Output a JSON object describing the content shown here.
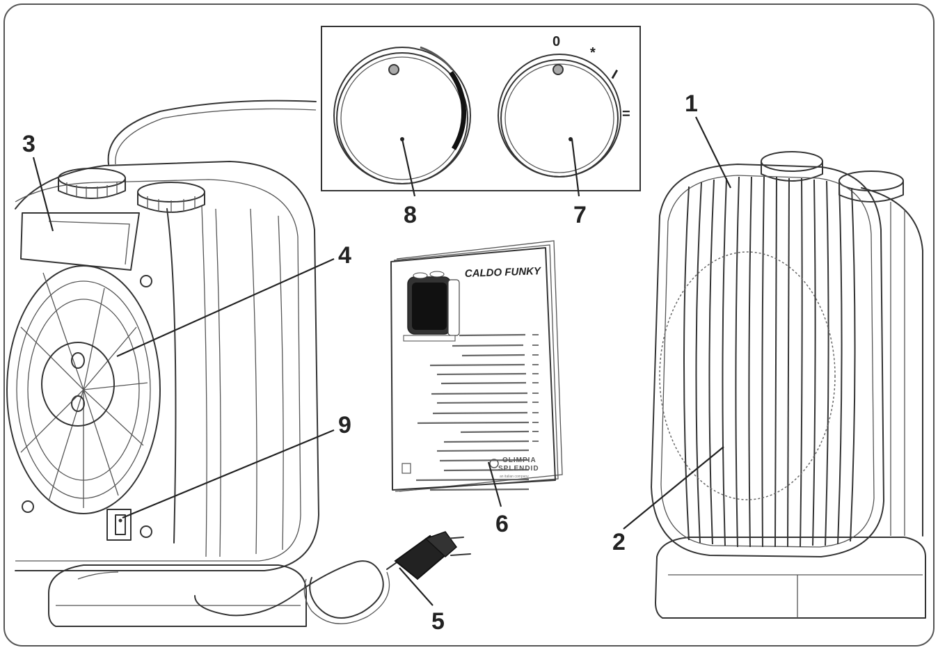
{
  "callouts": {
    "c1": "1",
    "c2": "2",
    "c3": "3",
    "c4": "4",
    "c5": "5",
    "c6": "6",
    "c7": "7",
    "c8": "8",
    "c9": "9"
  },
  "dial_marks": {
    "off": "0",
    "frost": "*",
    "level1": "I",
    "level2": "="
  },
  "booklet": {
    "title": "CALDO FUNKY",
    "brand_line1": "OLIMPIA",
    "brand_line2": "SPLENDID",
    "brand_sub": "an italian company"
  }
}
